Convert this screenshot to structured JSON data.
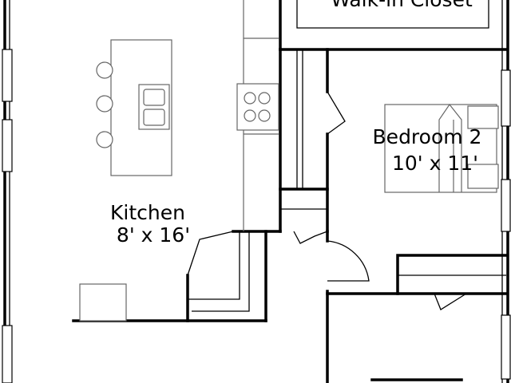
{
  "rooms": {
    "closet": {
      "name": "Walk-in Closet"
    },
    "bedroom2": {
      "name": "Bedroom 2",
      "dims": "10' x 11'"
    },
    "kitchen": {
      "name": "Kitchen",
      "dims": "8' x 16'"
    }
  }
}
